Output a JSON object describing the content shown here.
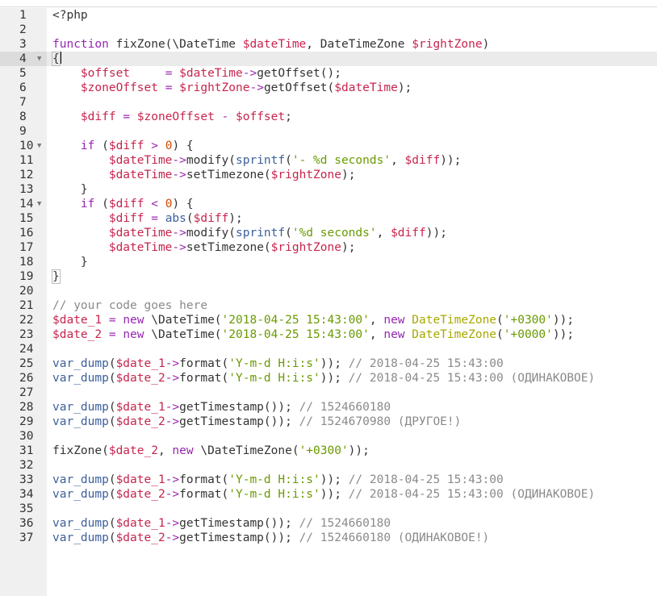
{
  "editor": {
    "active_line": 4,
    "fold_lines": [
      4,
      10,
      14
    ],
    "lines": [
      [
        [
          "p",
          "<?php"
        ]
      ],
      [],
      [
        [
          "k",
          "function "
        ],
        [
          "p",
          "fixZone(\\DateTime "
        ],
        [
          "v",
          "$dateTime"
        ],
        [
          "p",
          ", DateTimeZone "
        ],
        [
          "v",
          "$rightZone"
        ],
        [
          "p",
          ")"
        ]
      ],
      [
        [
          "b",
          "{"
        ]
      ],
      [
        [
          "p",
          "    "
        ],
        [
          "v",
          "$offset"
        ],
        [
          "p",
          "     "
        ],
        [
          "o",
          "= "
        ],
        [
          "v",
          "$dateTime"
        ],
        [
          "o",
          "->"
        ],
        [
          "p",
          "getOffset();"
        ]
      ],
      [
        [
          "p",
          "    "
        ],
        [
          "v",
          "$zoneOffset"
        ],
        [
          "p",
          " "
        ],
        [
          "o",
          "= "
        ],
        [
          "v",
          "$rightZone"
        ],
        [
          "o",
          "->"
        ],
        [
          "p",
          "getOffset("
        ],
        [
          "v",
          "$dateTime"
        ],
        [
          "p",
          ");"
        ]
      ],
      [],
      [
        [
          "p",
          "    "
        ],
        [
          "v",
          "$diff"
        ],
        [
          "p",
          " "
        ],
        [
          "o",
          "= "
        ],
        [
          "v",
          "$zoneOffset"
        ],
        [
          "p",
          " "
        ],
        [
          "o",
          "- "
        ],
        [
          "v",
          "$offset"
        ],
        [
          "p",
          ";"
        ]
      ],
      [],
      [
        [
          "p",
          "    "
        ],
        [
          "k",
          "if "
        ],
        [
          "p",
          "("
        ],
        [
          "v",
          "$diff"
        ],
        [
          "p",
          " "
        ],
        [
          "o",
          "> "
        ],
        [
          "n",
          "0"
        ],
        [
          "p",
          ") {"
        ]
      ],
      [
        [
          "p",
          "        "
        ],
        [
          "v",
          "$dateTime"
        ],
        [
          "o",
          "->"
        ],
        [
          "p",
          "modify("
        ],
        [
          "f",
          "sprintf"
        ],
        [
          "p",
          "("
        ],
        [
          "s",
          "'- %d seconds'"
        ],
        [
          "p",
          ", "
        ],
        [
          "v",
          "$diff"
        ],
        [
          "p",
          "));"
        ]
      ],
      [
        [
          "p",
          "        "
        ],
        [
          "v",
          "$dateTime"
        ],
        [
          "o",
          "->"
        ],
        [
          "p",
          "setTimezone("
        ],
        [
          "v",
          "$rightZone"
        ],
        [
          "p",
          ");"
        ]
      ],
      [
        [
          "p",
          "    }"
        ]
      ],
      [
        [
          "p",
          "    "
        ],
        [
          "k",
          "if "
        ],
        [
          "p",
          "("
        ],
        [
          "v",
          "$diff"
        ],
        [
          "p",
          " "
        ],
        [
          "o",
          "< "
        ],
        [
          "n",
          "0"
        ],
        [
          "p",
          ") {"
        ]
      ],
      [
        [
          "p",
          "        "
        ],
        [
          "v",
          "$diff"
        ],
        [
          "p",
          " "
        ],
        [
          "o",
          "= "
        ],
        [
          "f",
          "abs"
        ],
        [
          "p",
          "("
        ],
        [
          "v",
          "$diff"
        ],
        [
          "p",
          ");"
        ]
      ],
      [
        [
          "p",
          "        "
        ],
        [
          "v",
          "$dateTime"
        ],
        [
          "o",
          "->"
        ],
        [
          "p",
          "modify("
        ],
        [
          "f",
          "sprintf"
        ],
        [
          "p",
          "("
        ],
        [
          "s",
          "'%d seconds'"
        ],
        [
          "p",
          ", "
        ],
        [
          "v",
          "$diff"
        ],
        [
          "p",
          "));"
        ]
      ],
      [
        [
          "p",
          "        "
        ],
        [
          "v",
          "$dateTime"
        ],
        [
          "o",
          "->"
        ],
        [
          "p",
          "setTimezone("
        ],
        [
          "v",
          "$rightZone"
        ],
        [
          "p",
          ");"
        ]
      ],
      [
        [
          "p",
          "    }"
        ]
      ],
      [
        [
          "b",
          "}"
        ]
      ],
      [],
      [
        [
          "c",
          "// your code goes here"
        ]
      ],
      [
        [
          "v",
          "$date_1"
        ],
        [
          "p",
          " "
        ],
        [
          "o",
          "= "
        ],
        [
          "k",
          "new "
        ],
        [
          "p",
          "\\DateTime("
        ],
        [
          "s",
          "'2018-04-25 15:43:00'"
        ],
        [
          "p",
          ", "
        ],
        [
          "k",
          "new "
        ],
        [
          "cl",
          "DateTimeZone"
        ],
        [
          "p",
          "("
        ],
        [
          "s",
          "'+0300'"
        ],
        [
          "p",
          "));"
        ]
      ],
      [
        [
          "v",
          "$date_2"
        ],
        [
          "p",
          " "
        ],
        [
          "o",
          "= "
        ],
        [
          "k",
          "new "
        ],
        [
          "p",
          "\\DateTime("
        ],
        [
          "s",
          "'2018-04-25 15:43:00'"
        ],
        [
          "p",
          ", "
        ],
        [
          "k",
          "new "
        ],
        [
          "cl",
          "DateTimeZone"
        ],
        [
          "p",
          "("
        ],
        [
          "s",
          "'+0000'"
        ],
        [
          "p",
          "));"
        ]
      ],
      [],
      [
        [
          "f",
          "var_dump"
        ],
        [
          "p",
          "("
        ],
        [
          "v",
          "$date_1"
        ],
        [
          "o",
          "->"
        ],
        [
          "p",
          "format("
        ],
        [
          "s",
          "'Y-m-d H:i:s'"
        ],
        [
          "p",
          "));"
        ],
        [
          "c",
          " // 2018-04-25 15:43:00"
        ]
      ],
      [
        [
          "f",
          "var_dump"
        ],
        [
          "p",
          "("
        ],
        [
          "v",
          "$date_2"
        ],
        [
          "o",
          "->"
        ],
        [
          "p",
          "format("
        ],
        [
          "s",
          "'Y-m-d H:i:s'"
        ],
        [
          "p",
          "));"
        ],
        [
          "c",
          " // 2018-04-25 15:43:00 (ОДИНАКОВОЕ)"
        ]
      ],
      [],
      [
        [
          "f",
          "var_dump"
        ],
        [
          "p",
          "("
        ],
        [
          "v",
          "$date_1"
        ],
        [
          "o",
          "->"
        ],
        [
          "p",
          "getTimestamp());"
        ],
        [
          "c",
          " // 1524660180"
        ]
      ],
      [
        [
          "f",
          "var_dump"
        ],
        [
          "p",
          "("
        ],
        [
          "v",
          "$date_2"
        ],
        [
          "o",
          "->"
        ],
        [
          "p",
          "getTimestamp());"
        ],
        [
          "c",
          " // 1524670980 (ДРУГОЕ!)"
        ]
      ],
      [],
      [
        [
          "p",
          "fixZone("
        ],
        [
          "v",
          "$date_2"
        ],
        [
          "p",
          ", "
        ],
        [
          "k",
          "new "
        ],
        [
          "p",
          "\\DateTimeZone("
        ],
        [
          "s",
          "'+0300'"
        ],
        [
          "p",
          "));"
        ]
      ],
      [],
      [
        [
          "f",
          "var_dump"
        ],
        [
          "p",
          "("
        ],
        [
          "v",
          "$date_1"
        ],
        [
          "o",
          "->"
        ],
        [
          "p",
          "format("
        ],
        [
          "s",
          "'Y-m-d H:i:s'"
        ],
        [
          "p",
          "));"
        ],
        [
          "c",
          " // 2018-04-25 15:43:00"
        ]
      ],
      [
        [
          "f",
          "var_dump"
        ],
        [
          "p",
          "("
        ],
        [
          "v",
          "$date_2"
        ],
        [
          "o",
          "->"
        ],
        [
          "p",
          "format("
        ],
        [
          "s",
          "'Y-m-d H:i:s'"
        ],
        [
          "p",
          "));"
        ],
        [
          "c",
          " // 2018-04-25 15:43:00 (ОДИНАКОВОЕ)"
        ]
      ],
      [],
      [
        [
          "f",
          "var_dump"
        ],
        [
          "p",
          "("
        ],
        [
          "v",
          "$date_1"
        ],
        [
          "o",
          "->"
        ],
        [
          "p",
          "getTimestamp());"
        ],
        [
          "c",
          " // 1524660180"
        ]
      ],
      [
        [
          "f",
          "var_dump"
        ],
        [
          "p",
          "("
        ],
        [
          "v",
          "$date_2"
        ],
        [
          "o",
          "->"
        ],
        [
          "p",
          "getTimestamp());"
        ],
        [
          "c",
          " // 1524660180 (ОДИНАКОВОЕ!)"
        ]
      ]
    ]
  },
  "colors": {
    "variable": "#c7254e",
    "keyword": "#9527b0",
    "function": "#3d5f9b",
    "string": "#6a9a00",
    "class": "#a8a800",
    "number": "#cf4a00",
    "comment": "#8a8a8a",
    "gutter": "#f0f0f0",
    "active_line": "#ebebeb"
  }
}
